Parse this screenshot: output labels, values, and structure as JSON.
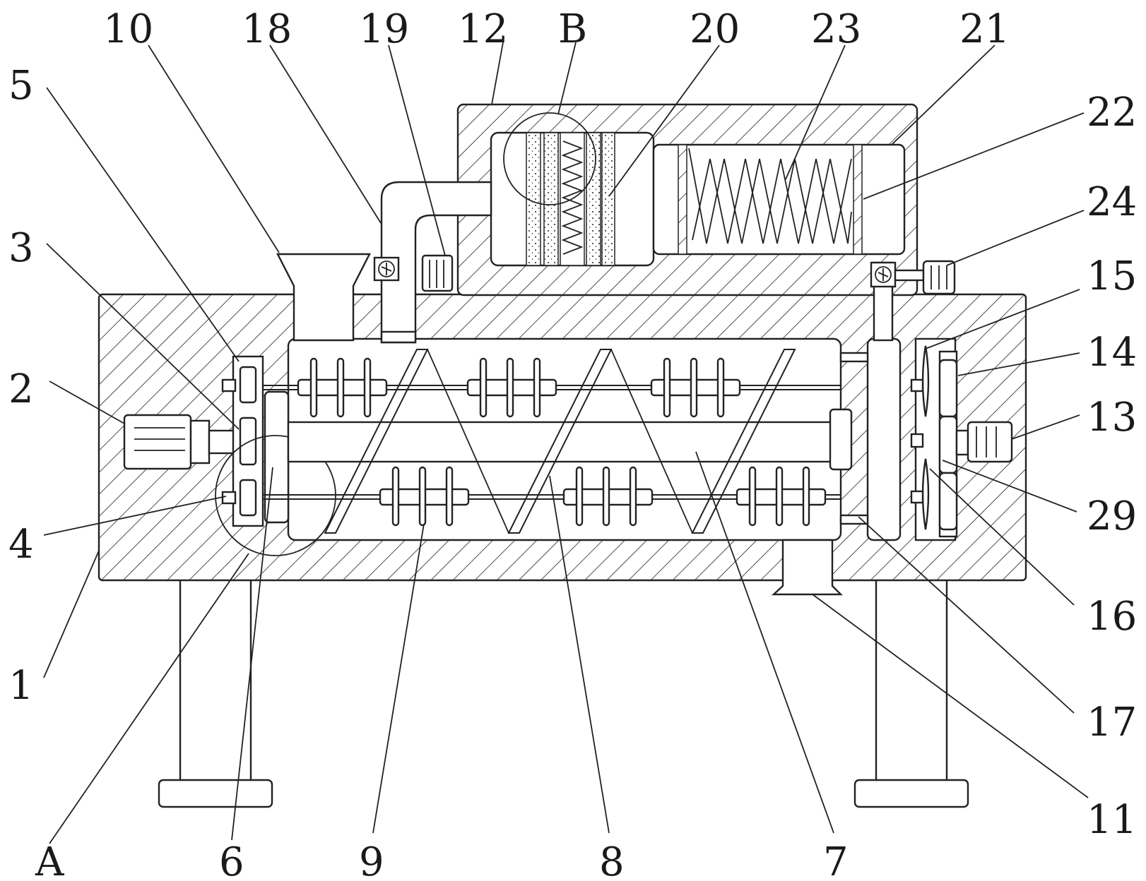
{
  "figure": {
    "type": "mechanical cross-section drawing",
    "labels": {
      "l1": "1",
      "l2": "2",
      "l3": "3",
      "l4": "4",
      "l5": "5",
      "l6": "6",
      "l7": "7",
      "l8": "8",
      "l9": "9",
      "l10": "10",
      "l11": "11",
      "l12": "12",
      "l13": "13",
      "l14": "14",
      "l15": "15",
      "l16": "16",
      "l17": "17",
      "l18": "18",
      "l19": "19",
      "l20": "20",
      "l21": "21",
      "l22": "22",
      "l23": "23",
      "l24": "24",
      "l29": "29",
      "lA": "A",
      "lB": "B"
    }
  }
}
